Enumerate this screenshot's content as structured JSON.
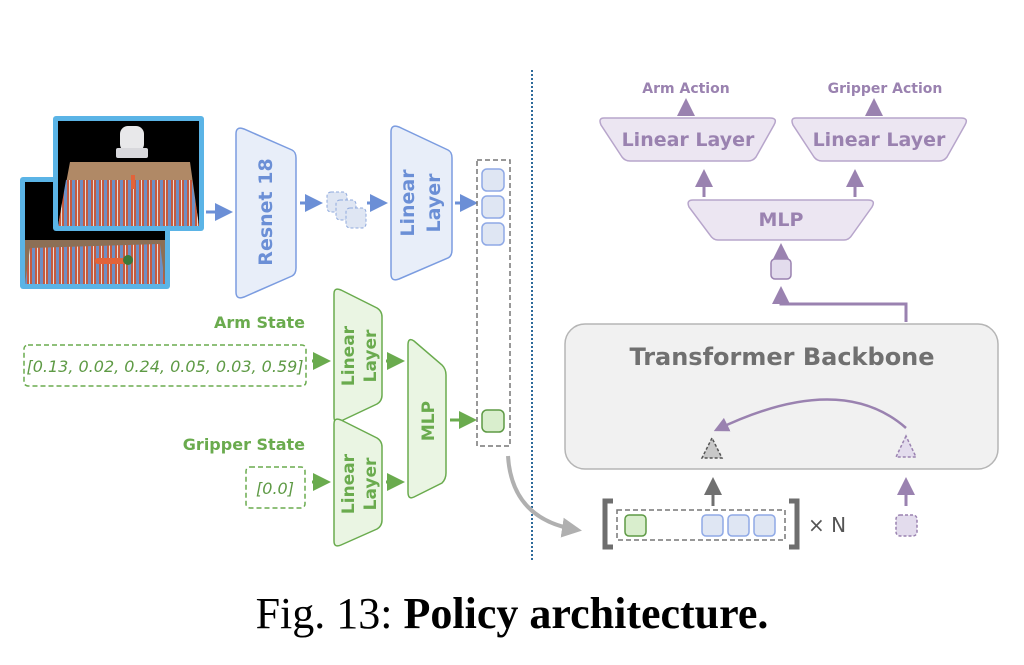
{
  "figure": {
    "caption_prefix": "Fig. 13: ",
    "caption_title": "Policy architecture."
  },
  "left": {
    "image_encoder_label": "Resnet 18",
    "image_linear_line1": "Linear",
    "image_linear_line2": "Layer",
    "arm_state_label": "Arm State",
    "arm_state_value": "[0.13, 0.02, 0.24, 0.05, 0.03, 0.59]",
    "gripper_state_label": "Gripper State",
    "gripper_state_value": "[0.0]",
    "state_linear_line1": "Linear",
    "state_linear_line2": "Layer",
    "mlp_label": "MLP",
    "camera_images": [
      "wrist/overhead view",
      "front view"
    ]
  },
  "right": {
    "arm_action_label": "Arm Action",
    "gripper_action_label": "Gripper Action",
    "arm_head_label": "Linear Layer",
    "gripper_head_label": "Linear Layer",
    "mlp_label": "MLP",
    "backbone_label": "Transformer Backbone",
    "repeat_label": "× N"
  },
  "colors": {
    "blue": "#6b8fd6",
    "blue_fill": "#e8eef9",
    "green": "#6aab4e",
    "green_fill": "#eaf5e3",
    "purple": "#9a82b0",
    "purple_fill": "#ece6f2",
    "gray": "#7a7a7a",
    "divider": "#2e6a9a"
  }
}
